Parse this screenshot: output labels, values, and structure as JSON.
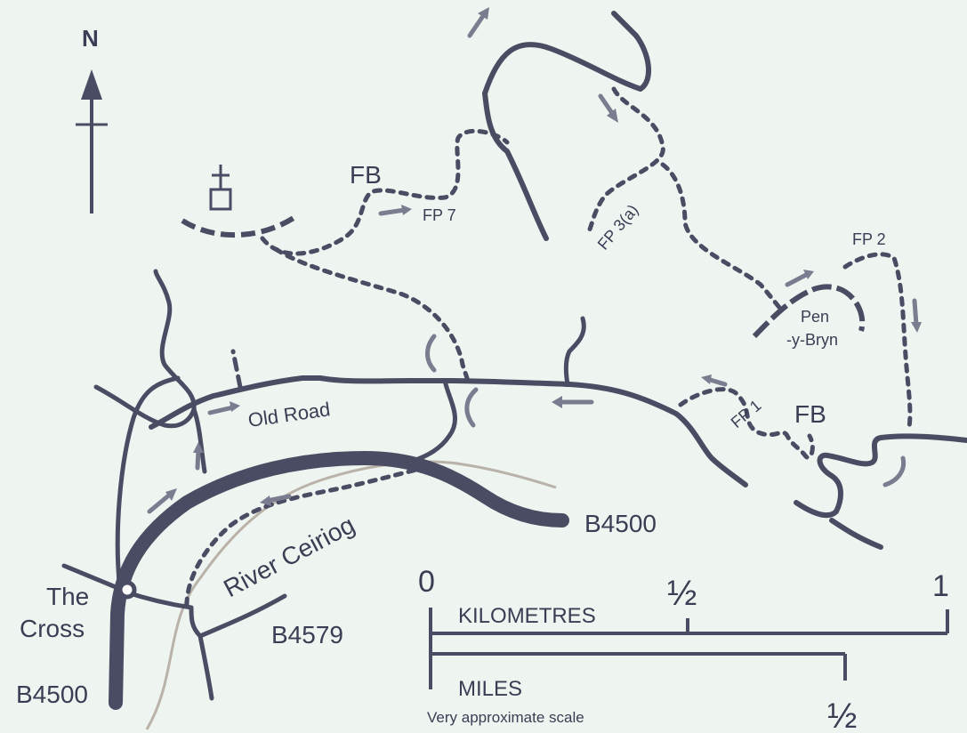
{
  "labels": {
    "north": "N",
    "fb_top": "FB",
    "fp7": "FP 7",
    "fp3a": "FP 3(a)",
    "fp2": "FP 2",
    "pen_line1": "Pen",
    "pen_line2": "-y-Bryn",
    "fp1": "FP 1",
    "fb_right": "FB",
    "old_road": "Old Road",
    "river": "River Ceiriog",
    "b4500_right": "B4500",
    "b4500_left": "B4500",
    "b4579": "B4579",
    "the_cross_1": "The",
    "the_cross_2": "Cross"
  },
  "scale": {
    "zero": "0",
    "half_km": "½",
    "one_km": "1",
    "km_label": "KILOMETRES",
    "miles_label": "MILES",
    "half_mile": "½",
    "note": "Very approximate scale"
  },
  "colors": {
    "background": "#eef4ef",
    "ink": "#4a4c63",
    "arrow": "#7a7c8f",
    "river": "#b9b2a8"
  }
}
